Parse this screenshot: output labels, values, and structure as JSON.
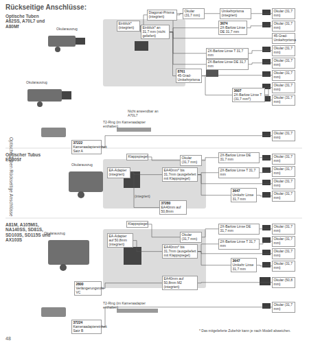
{
  "diagram": {
    "title": "Rückseitige Anschlüsse:",
    "nodes": [
      {
        "text": [
          "Diagonal-Prisma (integriert)"
        ]
      },
      {
        "text": [
          "Okular (31,7 mm)"
        ]
      },
      {
        "text": [
          "Umkehrprisma (integriert)"
        ]
      },
      {
        "text": [
          "Okular (31,7 mm)"
        ]
      },
      {
        "text": [
          "3674",
          "2X-Barlow Linse DE 31,7 mm"
        ]
      },
      {
        "text": [
          "Okular (31,7 mm)"
        ]
      },
      {
        "text": [
          "Einblick* (integriert)"
        ]
      },
      {
        "text": [
          "Einblick* an 31,7 mm (nicht geliefert)"
        ]
      },
      {
        "text": [
          "45-Grad-Umkehrprisma"
        ]
      },
      {
        "text": [
          "2X-Barlow Linse T 31,7 mm"
        ]
      },
      {
        "text": [
          "Okular (31,7 mm)"
        ]
      },
      {
        "text": [
          "2X-Barlow Linse DE 31,7 mm"
        ]
      },
      {
        "text": [
          "Okular (31,7 mm)"
        ]
      },
      {
        "text": [
          "8761",
          "45-Grad-Umkehrprisma"
        ]
      },
      {
        "text": [
          "Okular (31,7 mm)"
        ]
      },
      {
        "text": [
          "3607",
          "2X-Barlow Linse T (31,7 mm*)"
        ]
      },
      {
        "text": [
          "Okular (31,7 mm)"
        ]
      },
      {
        "text": [
          "Okular (31,7 mm)"
        ]
      },
      {
        "text": [
          "37222",
          "Kameraadaptereinheit Satz A"
        ]
      },
      {
        "text": [
          "Okular (31,7 mm)"
        ]
      },
      {
        "text": [
          "Klappspiegel"
        ]
      },
      {
        "text": [
          "Okular (31,7 mm)"
        ]
      },
      {
        "text": [
          "2X-Barlow Linse DE 31,7 mm"
        ]
      },
      {
        "text": [
          "Okular (31,7 mm)"
        ]
      },
      {
        "text": [
          "EA-Adapter (integriert)"
        ]
      },
      {
        "text": [
          "EA40mm* bis 31,7mm (ausgeliefert mit Klappspiegel)"
        ]
      },
      {
        "text": [
          "2X-Barlow Linse T 31,7 mm"
        ]
      },
      {
        "text": [
          "Okular (31,7 mm)"
        ]
      },
      {
        "text": [
          "Okular (31,7 mm)"
        ]
      },
      {
        "text": [
          "3647",
          "Umkehr Linse 31,7 mm"
        ]
      },
      {
        "text": [
          "Okular (31,7 mm)"
        ]
      },
      {
        "text": [
          "37280",
          "EA40mm auf 50,8mm"
        ]
      },
      {
        "text": [
          "Klappspiegel"
        ]
      },
      {
        "text": [
          "EA-Adapter auf 50,8mm (integriert)"
        ]
      },
      {
        "text": [
          "Okular (31,7 mm)"
        ]
      },
      {
        "text": [
          "2X-Barlow Linse DE 31,7 mm"
        ]
      },
      {
        "text": [
          "Okular (31,7 mm)"
        ]
      },
      {
        "text": [
          "EA40mm* bis 31,7mm (ausgeliefert mit Klappspiegel)"
        ]
      },
      {
        "text": [
          "2X-Barlow Linse T 31,7 mm"
        ]
      },
      {
        "text": [
          "Okular (31,7 mm)"
        ]
      },
      {
        "text": [
          "Okular (31,7 mm)"
        ]
      },
      {
        "text": [
          "3647",
          "Umkehr Linse 31,7 mm"
        ]
      },
      {
        "text": [
          "Okular (31,7 mm)"
        ]
      },
      {
        "text": [
          "2800",
          "Verlängerungsrohr VC"
        ]
      },
      {
        "text": [
          "EA40mm auf 50,8mm M2 (integriert)"
        ]
      },
      {
        "text": [
          "Okular (50,8 mm)"
        ]
      },
      {
        "text": [
          "37224",
          "Kameraadaptereinheit Satz B"
        ]
      },
      {
        "text": [
          "Okular (31,7 mm)"
        ]
      }
    ],
    "edges": [
      {
        "from": 6,
        "to": 7,
        "arrow": "none"
      },
      {
        "from": 6,
        "to": 0,
        "arrow": "none"
      },
      {
        "from": 0,
        "to": 1,
        "arrow": "none"
      },
      {
        "from": 7,
        "to": 2,
        "arrow": "none"
      },
      {
        "from": 2,
        "to": 3,
        "arrow": "none"
      },
      {
        "from": 7,
        "to": 4,
        "arrow": "none"
      },
      {
        "from": 4,
        "to": 5,
        "arrow": "none"
      },
      {
        "from": 7,
        "to": 8,
        "arrow": "none"
      },
      {
        "from": 7,
        "to": 9,
        "arrow": "none"
      },
      {
        "from": 9,
        "to": 10,
        "arrow": "none"
      },
      {
        "from": 7,
        "to": 11,
        "arrow": "none"
      },
      {
        "from": 11,
        "to": 12,
        "arrow": "none"
      },
      {
        "from": 7,
        "to": 13,
        "arrow": "none"
      },
      {
        "from": 13,
        "to": 14,
        "arrow": "none"
      },
      {
        "from": 13,
        "to": 15,
        "arrow": "none"
      },
      {
        "from": 15,
        "to": 16,
        "arrow": "none"
      },
      {
        "from": 15,
        "to": 17,
        "arrow": "none"
      },
      {
        "from": 18,
        "to": 19,
        "arrow": "none"
      },
      {
        "from": 20,
        "to": 21,
        "arrow": "none"
      },
      {
        "from": 21,
        "to": 22,
        "arrow": "none"
      },
      {
        "from": 22,
        "to": 23,
        "arrow": "none"
      },
      {
        "from": 24,
        "to": 25,
        "arrow": "none"
      },
      {
        "from": 25,
        "to": 26,
        "arrow": "none"
      },
      {
        "from": 26,
        "to": 27,
        "arrow": "none"
      },
      {
        "from": 25,
        "to": 28,
        "arrow": "none"
      },
      {
        "from": 25,
        "to": 29,
        "arrow": "none"
      },
      {
        "from": 29,
        "to": 30,
        "arrow": "none"
      },
      {
        "from": 24,
        "to": 31,
        "arrow": "none"
      },
      {
        "from": 32,
        "to": 34,
        "arrow": "none"
      },
      {
        "from": 34,
        "to": 35,
        "arrow": "none"
      },
      {
        "from": 35,
        "to": 36,
        "arrow": "none"
      },
      {
        "from": 33,
        "to": 37,
        "arrow": "none"
      },
      {
        "from": 37,
        "to": 38,
        "arrow": "none"
      },
      {
        "from": 38,
        "to": 39,
        "arrow": "none"
      },
      {
        "from": 37,
        "to": 40,
        "arrow": "none"
      },
      {
        "from": 37,
        "to": 41,
        "arrow": "none"
      },
      {
        "from": 41,
        "to": 42,
        "arrow": "none"
      },
      {
        "from": 43,
        "to": 44,
        "arrow": "none"
      },
      {
        "from": 44,
        "to": 45,
        "arrow": "none"
      },
      {
        "from": 46,
        "to": 47,
        "arrow": "none"
      }
    ],
    "labels": [
      "Optische Tuben A62SS, A70L7 und A80Mf",
      "Okularauszug",
      "Okularauszug",
      "Nicht anwendbar an A70L7",
      "T2-Ring (im Kameraadapter enthalten)",
      "Optischer Tubus ED80Sf",
      "Okularauszug",
      "(integriert)",
      "A81M, A105MI1, NA140SS, SD81S, SD103S, SD115S und AX103S",
      "Okularauszug",
      "T2-Ring (im Kameraadapter enthalten)",
      "* Das mitgelieferte Zubehör kann je nach Modell abweichen.",
      "Optische Tuben Rückseitige Anschlüsse",
      "48"
    ]
  }
}
